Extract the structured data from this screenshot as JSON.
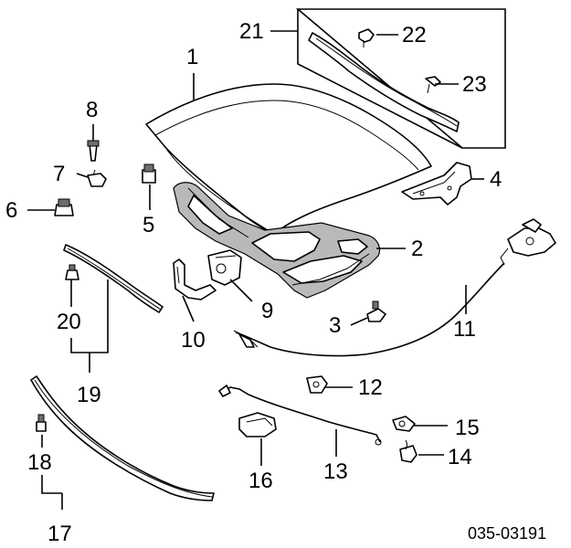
{
  "diagram": {
    "part_numbers": [
      "1",
      "2",
      "3",
      "4",
      "5",
      "6",
      "7",
      "8",
      "9",
      "10",
      "11",
      "12",
      "13",
      "14",
      "15",
      "16",
      "17",
      "18",
      "19",
      "20",
      "21",
      "22",
      "23"
    ],
    "figure_code": "035-03191"
  }
}
